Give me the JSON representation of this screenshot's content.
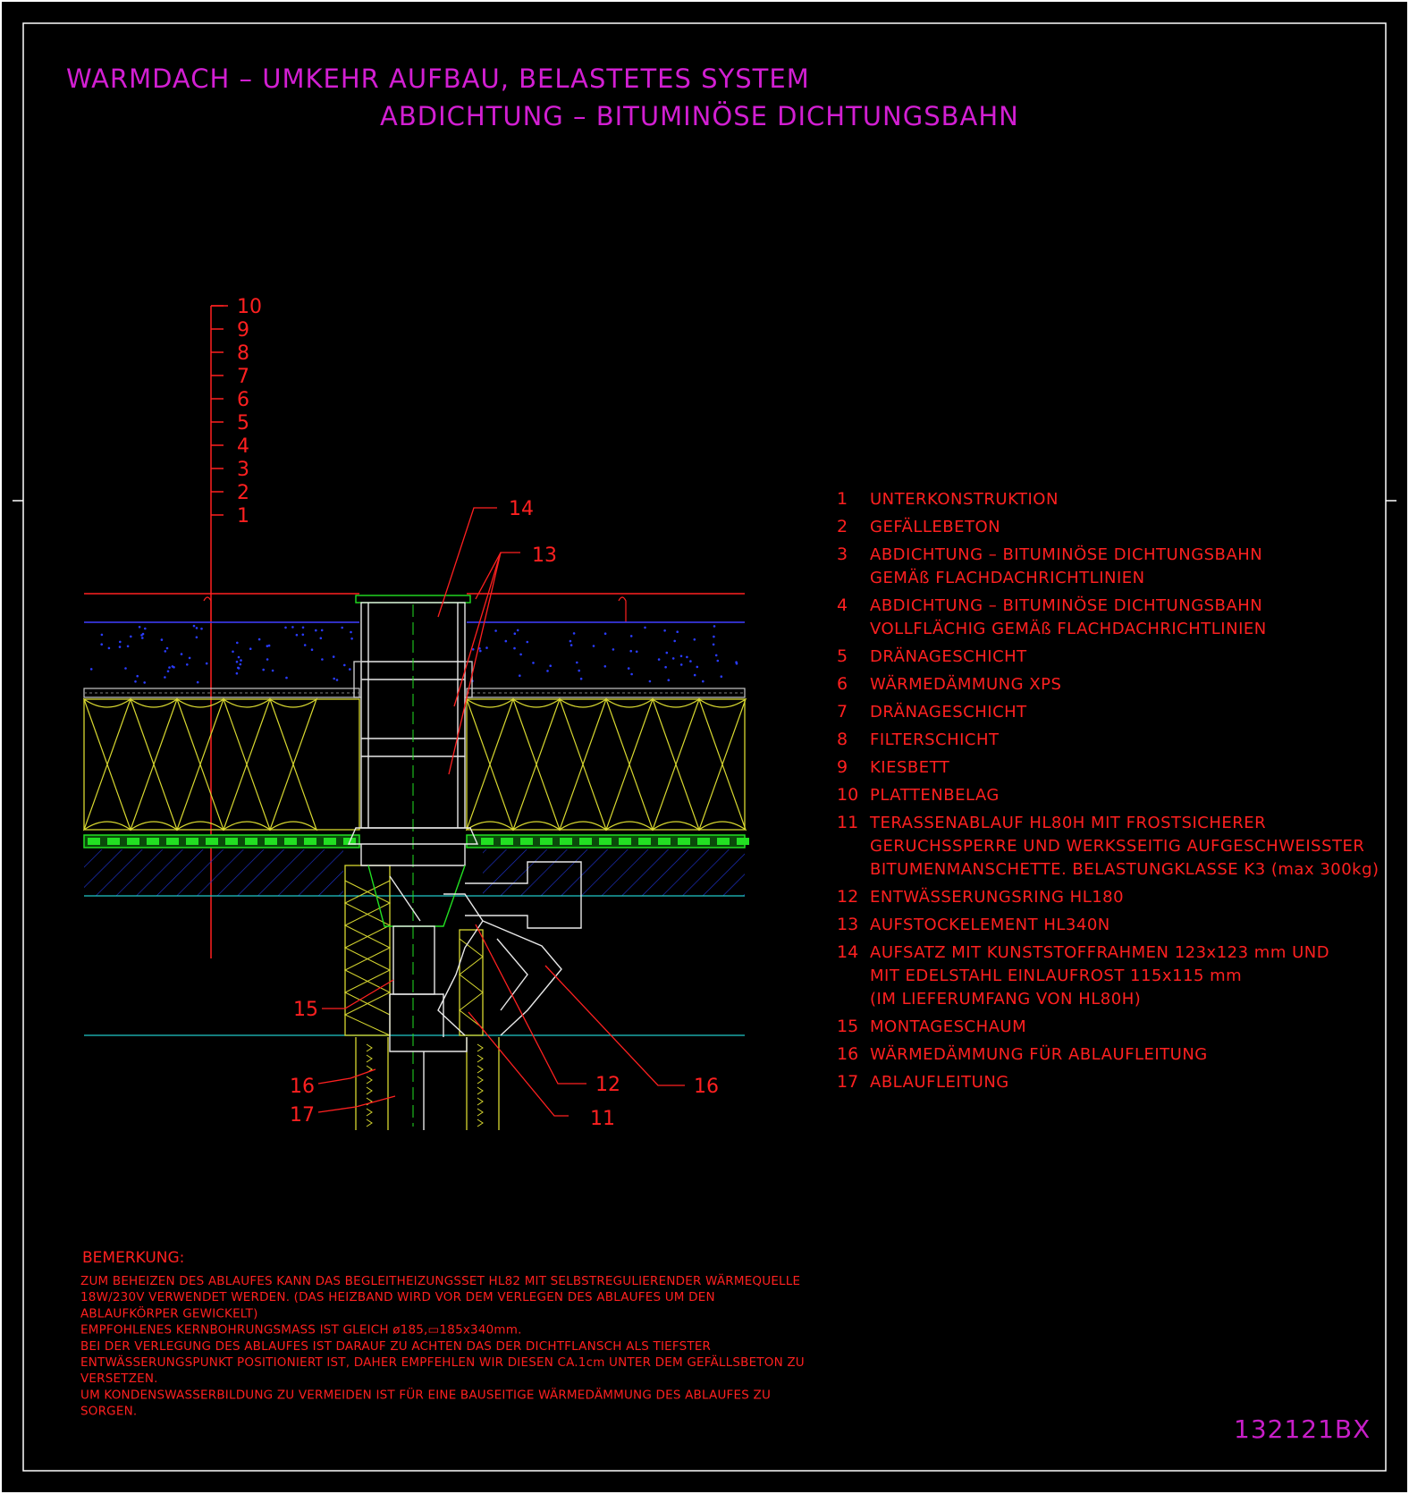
{
  "title": {
    "line1": "WARMDACH – UMKEHR AUFBAU, BELASTETES SYSTEM",
    "line2": "ABDICHTUNG – BITUMINÖSE DICHTUNGSBAHN"
  },
  "scale_numbers": [
    "10",
    "9",
    "8",
    "7",
    "6",
    "5",
    "4",
    "3",
    "2",
    "1"
  ],
  "callouts": {
    "c14": "14",
    "c13": "13",
    "c15": "15",
    "c16_left": "16",
    "c17": "17",
    "c12": "12",
    "c16_right": "16",
    "c11": "11"
  },
  "legend": [
    {
      "num": "1",
      "lines": [
        "UNTERKONSTRUKTION"
      ]
    },
    {
      "num": "2",
      "lines": [
        "GEFÄLLEBETON"
      ]
    },
    {
      "num": "3",
      "lines": [
        "ABDICHTUNG – BITUMINÖSE DICHTUNGSBAHN",
        "GEMÄß FLACHDACHRICHTLINIEN"
      ]
    },
    {
      "num": "4",
      "lines": [
        "ABDICHTUNG – BITUMINÖSE DICHTUNGSBAHN",
        "VOLLFLÄCHIG GEMÄß FLACHDACHRICHTLINIEN"
      ]
    },
    {
      "num": "5",
      "lines": [
        "DRÄNAGESCHICHT"
      ]
    },
    {
      "num": "6",
      "lines": [
        "WÄRMEDÄMMUNG XPS"
      ]
    },
    {
      "num": "7",
      "lines": [
        "DRÄNAGESCHICHT"
      ]
    },
    {
      "num": "8",
      "lines": [
        "FILTERSCHICHT"
      ]
    },
    {
      "num": "9",
      "lines": [
        "KIESBETT"
      ]
    },
    {
      "num": "10",
      "lines": [
        "PLATTENBELAG"
      ]
    },
    {
      "num": "11",
      "lines": [
        "TERASSENABLAUF HL80H MIT FROSTSICHERER",
        "GERUCHSSPERRE UND WERKSSEITIG AUFGESCHWEISSTER",
        "BITUMENMANSCHETTE. BELASTUNGKLASSE K3 (max 300kg)"
      ]
    },
    {
      "num": "12",
      "lines": [
        "ENTWÄSSERUNGSRING HL180"
      ]
    },
    {
      "num": "13",
      "lines": [
        "AUFSTOCKELEMENT HL340N"
      ]
    },
    {
      "num": "14",
      "lines": [
        "AUFSATZ MIT KUNSTSTOFFRAHMEN 123x123 mm UND",
        "MIT EDELSTAHL EINLAUFROST 115x115 mm",
        "(IM LIEFERUMFANG VON HL80H)"
      ]
    },
    {
      "num": "15",
      "lines": [
        "MONTAGESCHAUM"
      ]
    },
    {
      "num": "16",
      "lines": [
        "WÄRMEDÄMMUNG FÜR ABLAUFLEITUNG"
      ]
    },
    {
      "num": "17",
      "lines": [
        "ABLAUFLEITUNG"
      ]
    }
  ],
  "notes": {
    "heading": "BEMERKUNG:",
    "lines": [
      "ZUM BEHEIZEN DES ABLAUFES KANN DAS BEGLEITHEIZUNGSSET HL82 MIT SELBSTREGULIERENDER WÄRMEQUELLE",
      "18W/230V VERWENDET WERDEN. (DAS HEIZBAND WIRD VOR DEM VERLEGEN DES ABLAUFES UM DEN",
      "ABLAUFKÖRPER GEWICKELT)",
      "EMPFOHLENES KERNBOHRUNGSMASS IST GLEICH ø185,▭185x340mm.",
      "BEI DER VERLEGUNG DES ABLAUFES IST DARAUF ZU ACHTEN DAS DER DICHTFLANSCH ALS TIEFSTER",
      "ENTWÄSSERUNGSPUNKT POSITIONIERT IST, DAHER EMPFEHLEN WIR DIESEN CA.1cm UNTER DEM GEFÄLLSBETON ZU",
      "VERSETZEN.",
      "UM KONDENSWASSERBILDUNG ZU VERMEIDEN IST FÜR EINE BAUSEITIGE WÄRMEDÄMMUNG DES ABLAUFES ZU",
      "SORGEN."
    ]
  },
  "drawing_code": "132121BX",
  "colors": {
    "background": "#000000",
    "frame": "#ffffff",
    "title": "#d21fd2",
    "annotation_red": "#ff2020",
    "insulation_yellow": "#d8d830",
    "drainage_green": "#22e022",
    "gravel_blue": "#2a3cff",
    "concrete_blue": "#1830c0",
    "cyan_line": "#20c8c8",
    "drain_white": "#e8e8e8"
  }
}
